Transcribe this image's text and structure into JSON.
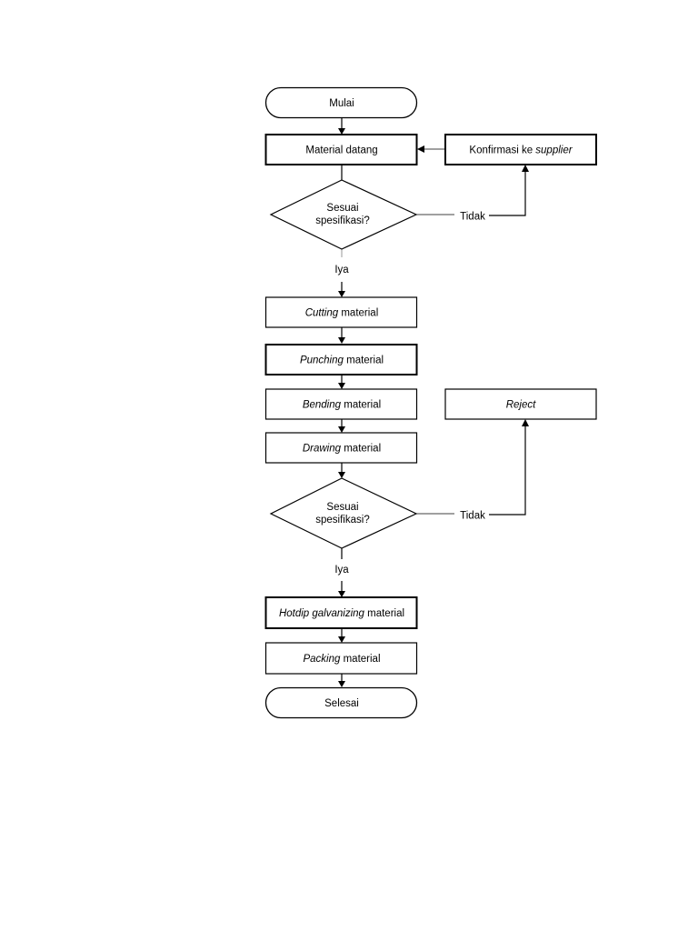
{
  "nodes": {
    "start": "Mulai",
    "material_datang": "Material datang",
    "konfirmasi": {
      "prefix": "Konfirmasi ke ",
      "italic": "supplier"
    },
    "decision_1": {
      "line1": "Sesuai",
      "line2": "spesifikasi?"
    },
    "cutting": {
      "italic": "Cutting",
      "suffix": " material"
    },
    "punching": {
      "italic": "Punching",
      "suffix": " material"
    },
    "bending": {
      "italic": "Bending",
      "suffix": " material"
    },
    "reject": {
      "italic": "Reject"
    },
    "drawing": {
      "italic": "Drawing",
      "suffix": " material"
    },
    "decision_2": {
      "line1": "Sesuai",
      "line2": "spesifikasi?"
    },
    "hotdip": {
      "italic": "Hotdip galvanizing",
      "suffix": " material"
    },
    "packing": {
      "italic": "Packing",
      "suffix": " material"
    },
    "end": "Selesai"
  },
  "edge_labels": {
    "no_1": "Tidak",
    "yes_1": "Iya",
    "no_2": "Tidak",
    "yes_2": "Iya"
  }
}
